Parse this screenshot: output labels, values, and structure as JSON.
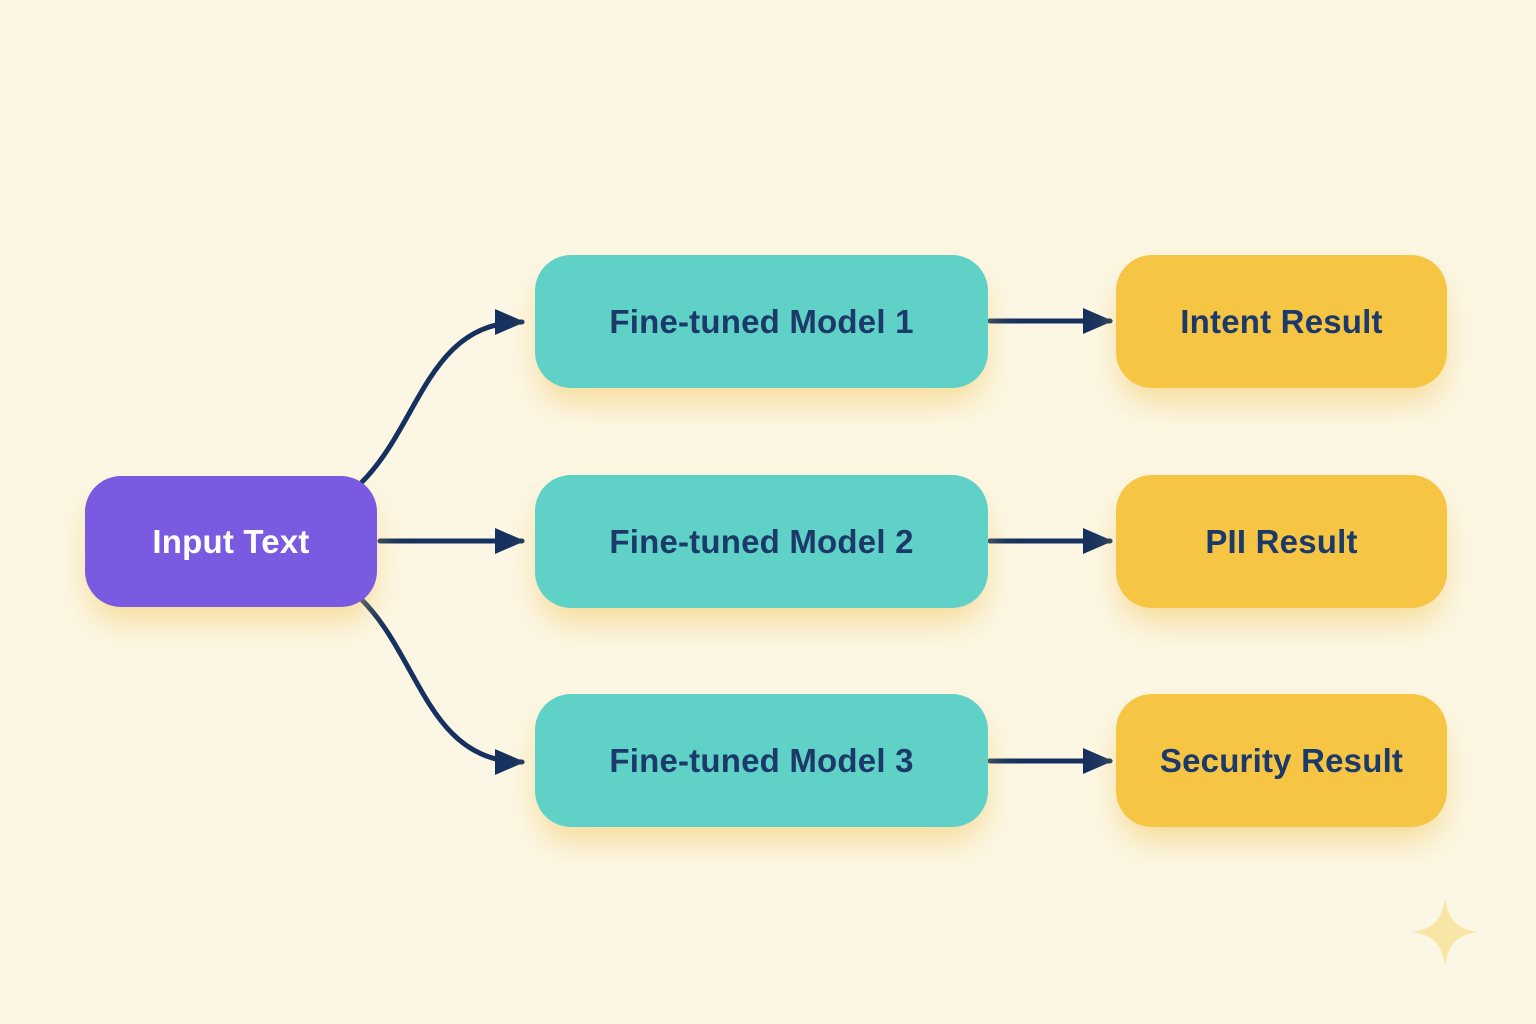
{
  "diagram": {
    "title": "fine-tuned model routing flow",
    "input_node": {
      "label": "Input Text"
    },
    "model_nodes": [
      {
        "label": "Fine-tuned Model 1"
      },
      {
        "label": "Fine-tuned Model 2"
      },
      {
        "label": "Fine-tuned Model 3"
      }
    ],
    "result_nodes": [
      {
        "label": "Intent Result"
      },
      {
        "label": "PII Result"
      },
      {
        "label": "Security Result"
      }
    ],
    "edges": [
      {
        "from": "input-text",
        "to": "fine-tuned-model-1"
      },
      {
        "from": "input-text",
        "to": "fine-tuned-model-2"
      },
      {
        "from": "input-text",
        "to": "fine-tuned-model-3"
      },
      {
        "from": "fine-tuned-model-1",
        "to": "intent-result"
      },
      {
        "from": "fine-tuned-model-2",
        "to": "pii-result"
      },
      {
        "from": "fine-tuned-model-3",
        "to": "security-result"
      }
    ],
    "colors": {
      "background": "#FCF7E5",
      "node_input": "#7A5AE0",
      "node_model": "#60D1C6",
      "node_result": "#F6C544",
      "text_dark": "#1B3A69",
      "text_light": "#FFFFFF",
      "arrow": "#16315F",
      "sparkle": "#F8E6A6",
      "glow": "rgba(240,196,90,0.55)"
    }
  }
}
